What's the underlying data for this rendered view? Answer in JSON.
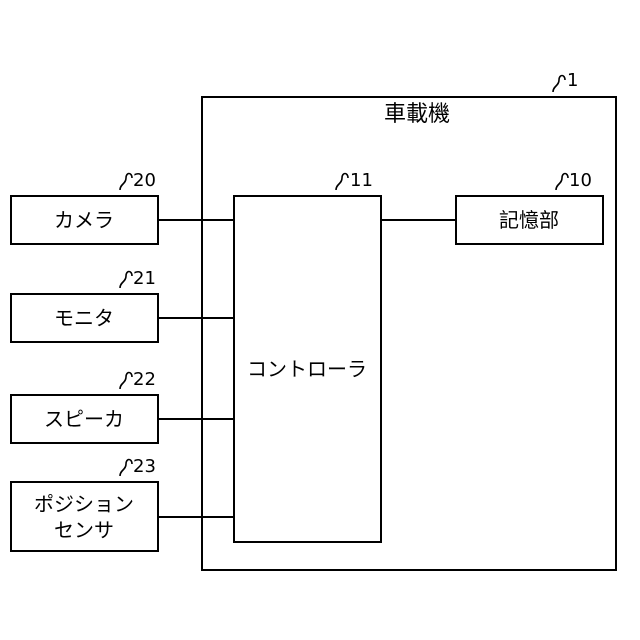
{
  "device": {
    "label": "車載機",
    "ref": "1"
  },
  "controller": {
    "label": "コントローラ",
    "ref": "11"
  },
  "storage": {
    "label": "記憶部",
    "ref": "10"
  },
  "camera": {
    "label": "カメラ",
    "ref": "20"
  },
  "monitor": {
    "label": "モニタ",
    "ref": "21"
  },
  "speaker": {
    "label": "スピーカ",
    "ref": "22"
  },
  "position_sensor": {
    "label_line1": "ポジション",
    "label_line2": "センサ",
    "ref": "23"
  }
}
